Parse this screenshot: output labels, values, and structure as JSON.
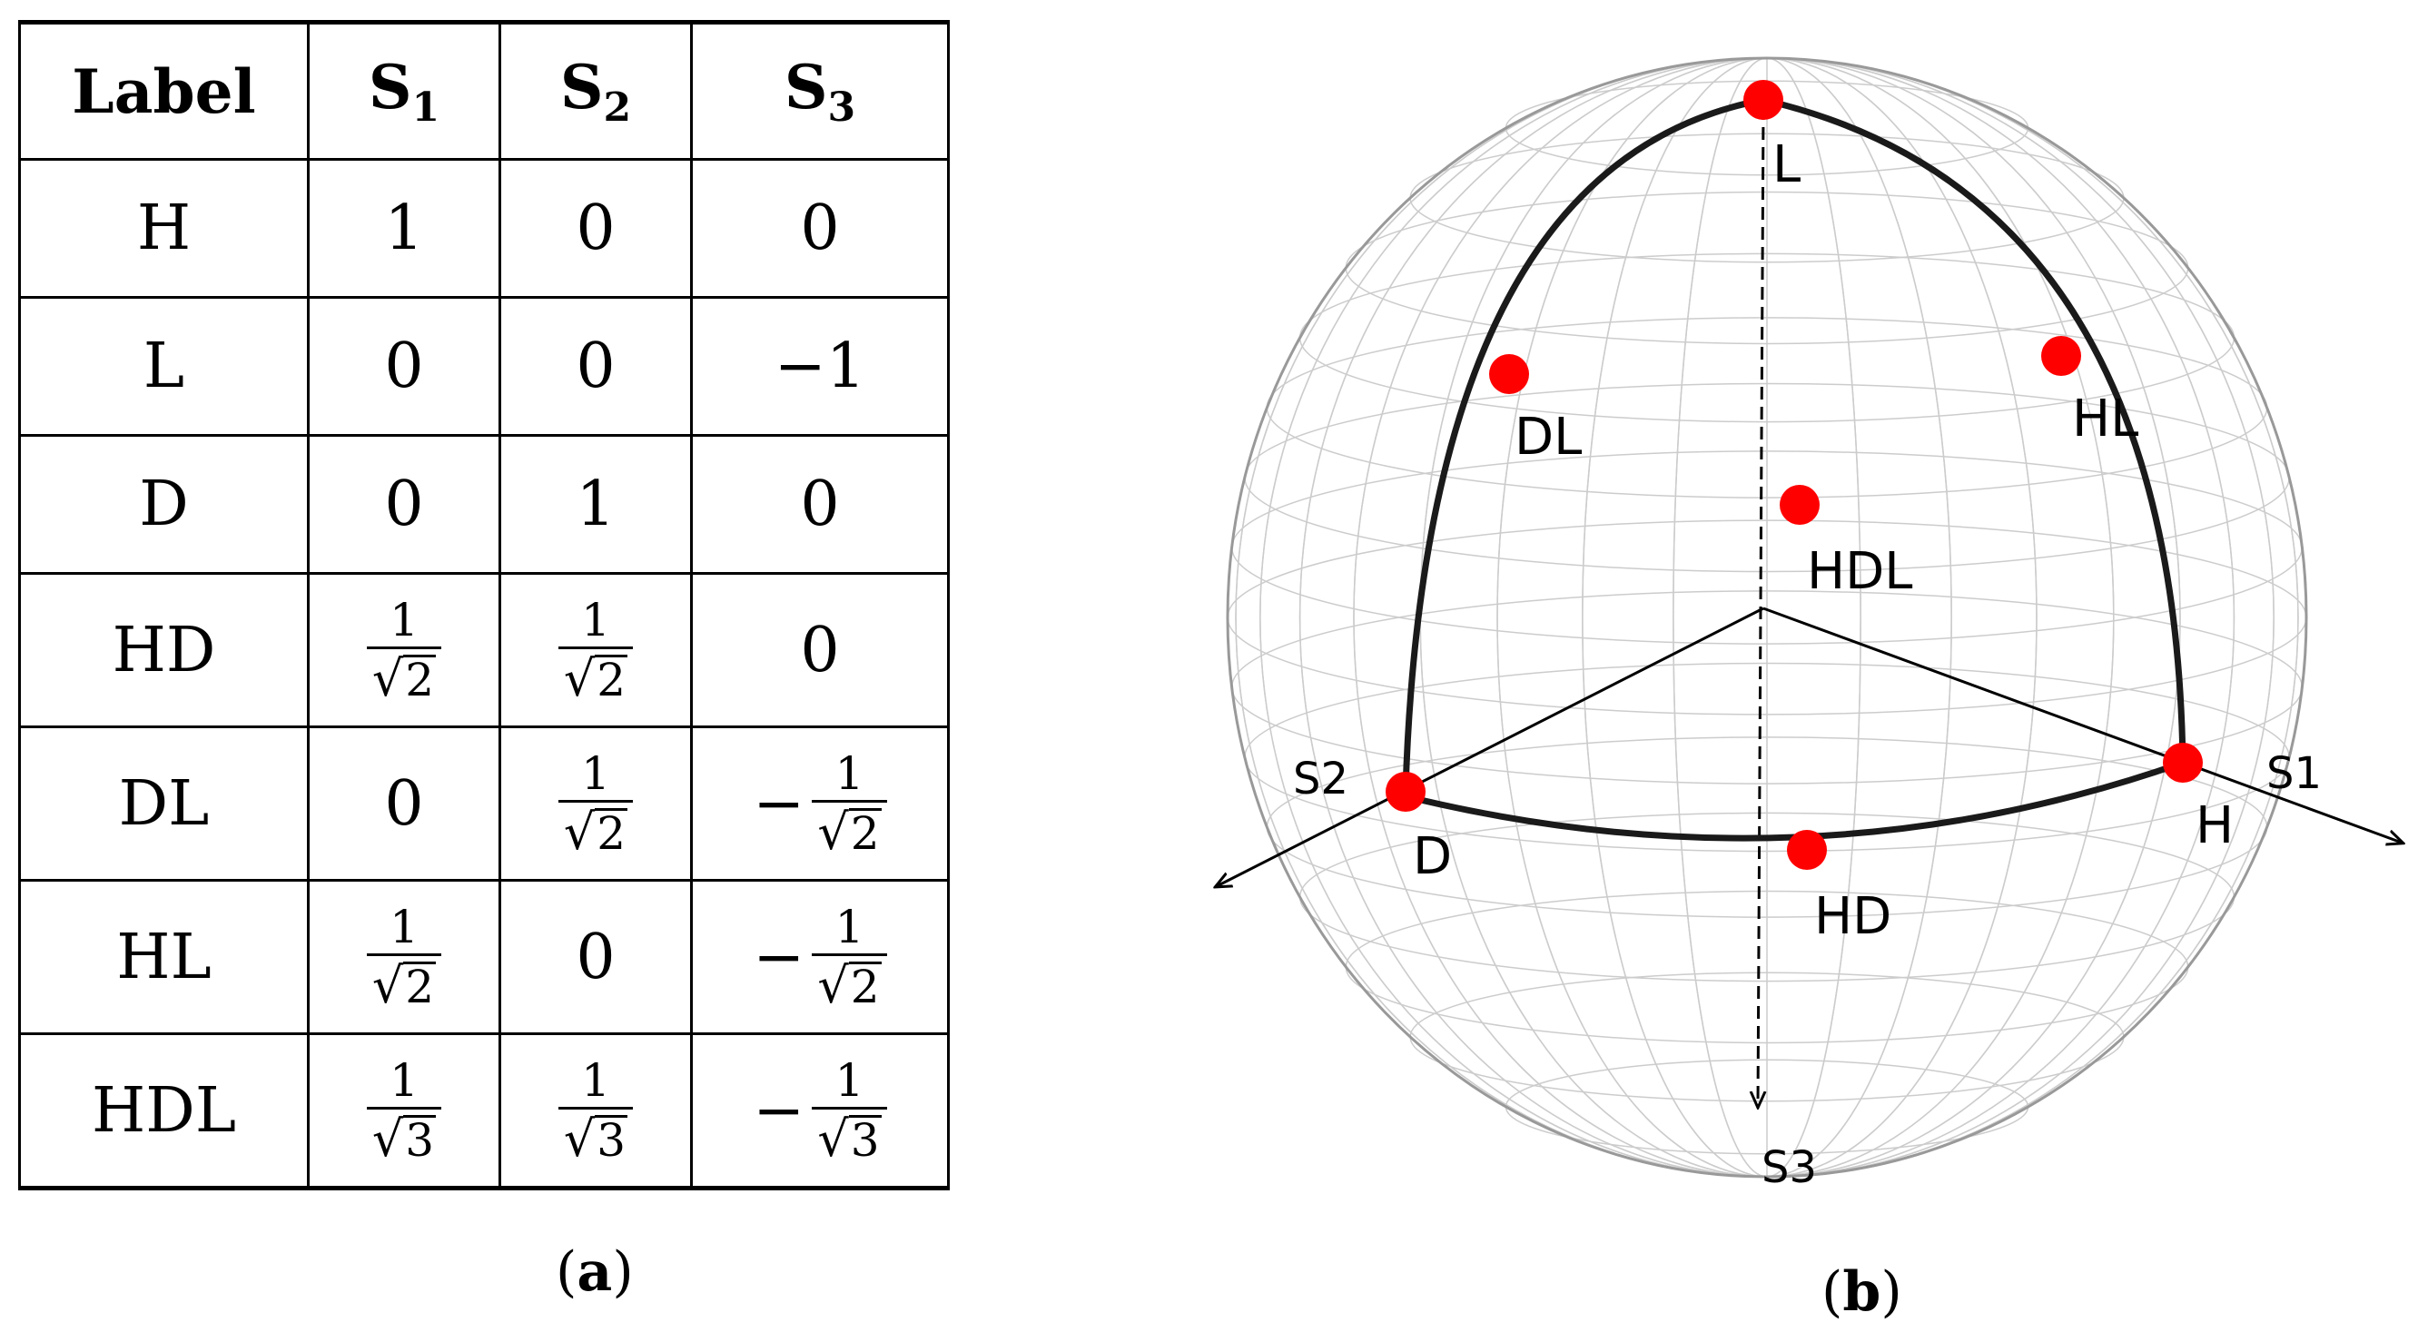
{
  "table": {
    "headers": [
      "Label",
      "S",
      "S",
      "S"
    ],
    "header_subscripts": [
      "",
      "1",
      "2",
      "3"
    ],
    "rows": [
      {
        "label": "H",
        "s1": "1",
        "s2": "0",
        "s3": "0"
      },
      {
        "label": "L",
        "s1": "0",
        "s2": "0",
        "s3": "−1"
      },
      {
        "label": "D",
        "s1": "0",
        "s2": "1",
        "s3": "0"
      },
      {
        "label": "HD",
        "s1": "1/√2",
        "s2": "1/√2",
        "s3": "0"
      },
      {
        "label": "DL",
        "s1": "0",
        "s2": "1/√2",
        "s3": "−1/√2"
      },
      {
        "label": "HL",
        "s1": "1/√2",
        "s2": "0",
        "s3": "−1/√2"
      },
      {
        "label": "HDL",
        "s1": "1/√3",
        "s2": "1/√3",
        "s3": "−1/√3"
      }
    ]
  },
  "captions": {
    "a": {
      "open": "(",
      "letter": "a",
      "close": ")"
    },
    "b": {
      "open": "(",
      "letter": "b",
      "close": ")"
    }
  },
  "sphere": {
    "axis_labels": {
      "s1": "S1",
      "s2": "S2",
      "s3": "S3"
    },
    "points": [
      {
        "label": "L",
        "color": "#ff0000"
      },
      {
        "label": "DL",
        "color": "#ff0000"
      },
      {
        "label": "HL",
        "color": "#ff0000"
      },
      {
        "label": "HDL",
        "color": "#ff0000"
      },
      {
        "label": "D",
        "color": "#ff0000"
      },
      {
        "label": "H",
        "color": "#ff0000"
      },
      {
        "label": "HD",
        "color": "#ff0000"
      }
    ],
    "grid_color": "#cccccc",
    "path_color": "#1a1a1a"
  }
}
